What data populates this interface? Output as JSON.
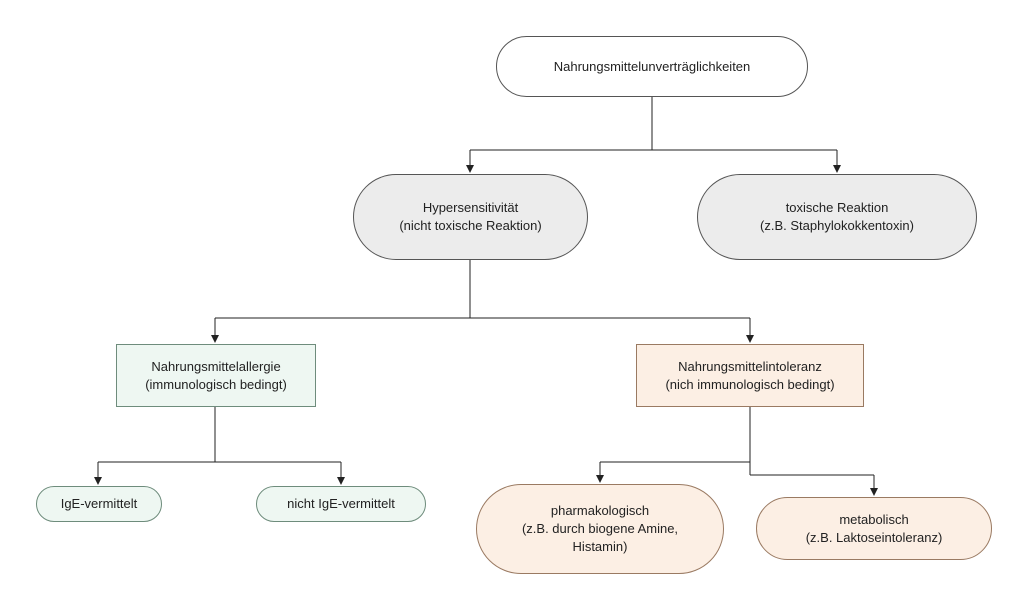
{
  "colors": {
    "root_fill": "#ffffff",
    "category_fill": "#ececec",
    "allergy_fill": "#eef7f2",
    "intolerance_fill": "#fcefe4",
    "line": "#222222"
  },
  "nodes": {
    "root": {
      "line1": "Nahrungsmittelunverträglichkeiten"
    },
    "hypersensitivity": {
      "line1": "Hypersensitivität",
      "line2": "(nicht toxische Reaktion)"
    },
    "toxic": {
      "line1": "toxische Reaktion",
      "line2": "(z.B. Staphylokokkentoxin)"
    },
    "allergy": {
      "line1": "Nahrungsmittelallergie",
      "line2": "(immunologisch bedingt)"
    },
    "intolerance": {
      "line1": "Nahrungsmittelintoleranz",
      "line2": "(nich immunologisch bedingt)"
    },
    "ige": {
      "line1": "IgE-vermittelt"
    },
    "non_ige": {
      "line1": "nicht IgE-vermittelt"
    },
    "pharma": {
      "line1": "pharmakologisch",
      "line2": "(z.B. durch biogene Amine,",
      "line3": "Histamin)"
    },
    "metabolic": {
      "line1": "metabolisch",
      "line2": "(z.B. Laktoseintoleranz)"
    }
  }
}
